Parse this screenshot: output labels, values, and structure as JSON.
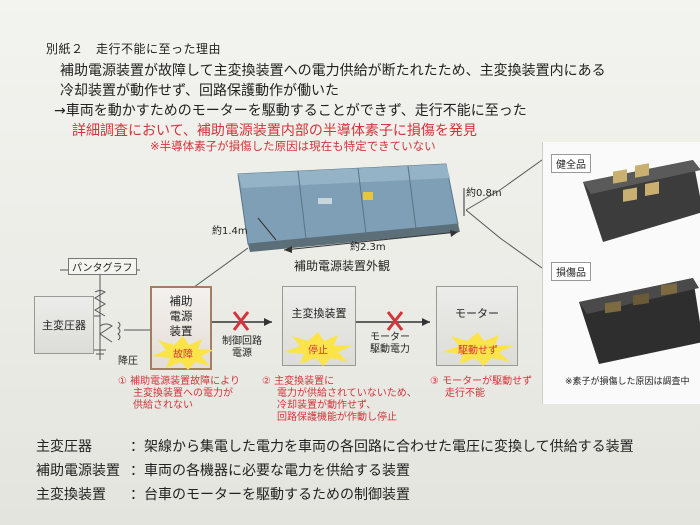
{
  "heading": "別紙２　走行不能に至った理由",
  "summary": {
    "line1": "補助電源装置が故障して主変換装置への電力供給が断たれたため、主変換装置内にある",
    "line2": "冷却装置が動作せず、回路保護動作が働いた",
    "line3": "→車両を動かすためのモーターを駆動することができず、走行不能に至った",
    "finding": "詳細調査において、補助電源装置内部の半導体素子に損傷を発見",
    "finding_note": "※半導体素子が損傷した原因は現在も特定できていない"
  },
  "device": {
    "caption": "補助電源装置外観",
    "dim_depth": "約1.4m",
    "dim_width": "約2.3m",
    "dim_height": "約0.8m"
  },
  "photos": {
    "healthy_label": "健全品",
    "damaged_label": "損傷品",
    "note": "※素子が損傷した原因は調査中"
  },
  "diagram": {
    "pantograph": "パンタグラフ",
    "main_transformer": "主変圧器",
    "step_down": "降圧",
    "aux_power_lines": [
      "補助",
      "電源",
      "装置"
    ],
    "aux_status": "故障",
    "control_power": [
      "制御回路",
      "電源"
    ],
    "main_converter": "主変換装置",
    "converter_status": "停止",
    "motor_power": [
      "モーター",
      "駆動電力"
    ],
    "motor": "モーター",
    "motor_status": "駆動せず",
    "causes": [
      {
        "num": "①",
        "lines": [
          "補助電源装置故障により",
          "主変換装置への電力が",
          "供給されない"
        ]
      },
      {
        "num": "②",
        "lines": [
          "主変換装置に",
          "電力が供給されていないため、",
          "冷却装置が動作せず、",
          "回路保護機能が作動し停止"
        ]
      },
      {
        "num": "③",
        "lines": [
          "モーターが駆動せず",
          "走行不能"
        ]
      }
    ]
  },
  "definitions": [
    {
      "term": "主変圧器",
      "desc": "：架線から集電した電力を車両の各回路に合わせた電圧に変換して供給する装置"
    },
    {
      "term": "補助電源装置",
      "desc": "：車両の各機器に必要な電力を供給する装置"
    },
    {
      "term": "主変換装置",
      "desc": "：台車のモーターを駆動するための制御装置"
    }
  ],
  "colors": {
    "accent_red": "#d3343b",
    "burst_yellow": "#fbe44a"
  }
}
